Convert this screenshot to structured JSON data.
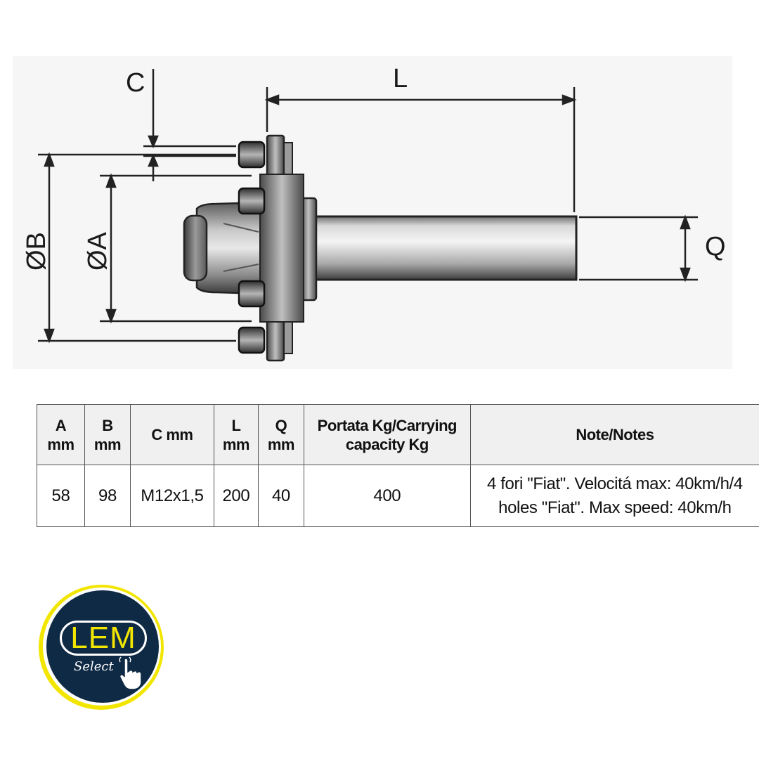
{
  "diagram": {
    "labels": {
      "c": "C",
      "l": "L",
      "ob": "ØB",
      "oa": "ØA",
      "q": "Q"
    }
  },
  "spec_table": {
    "headers": [
      {
        "line1": "A",
        "line2": "mm"
      },
      {
        "line1": "B",
        "line2": "mm"
      },
      {
        "line1": "C mm",
        "line2": ""
      },
      {
        "line1": "L",
        "line2": "mm"
      },
      {
        "line1": "Q",
        "line2": "mm"
      },
      {
        "line1": "Portata Kg/Carrying",
        "line2": "capacity Kg"
      },
      {
        "line1": "Note/Notes",
        "line2": ""
      }
    ],
    "row": {
      "a": "58",
      "b": "98",
      "c": "M12x1,5",
      "l": "200",
      "q": "40",
      "capacity": "400",
      "notes_line1": "4 fori \"Fiat\". Velocitá max: 40km/h/4",
      "notes_line2": "holes \"Fiat\". Max speed: 40km/h"
    }
  },
  "logo": {
    "brand": "LEM",
    "tagline": "Select",
    "icon": "pointing-hand-icon",
    "colors": {
      "ring": "#f2e600",
      "disc": "#0f2a45",
      "text": "#f2e600"
    }
  }
}
